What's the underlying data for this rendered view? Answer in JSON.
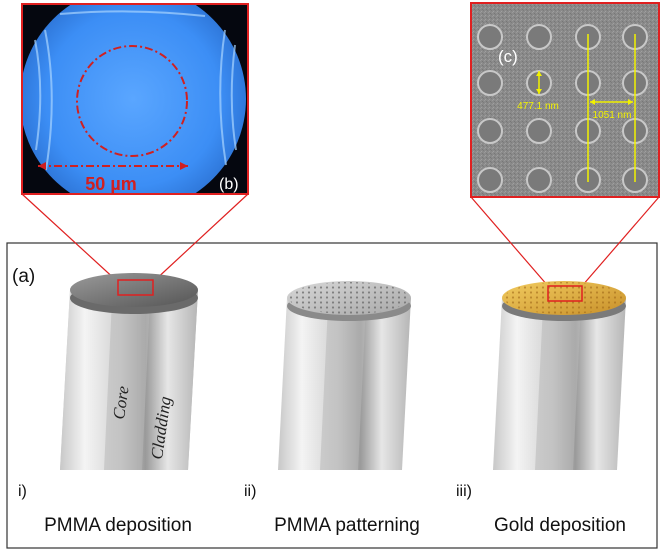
{
  "panel_a": {
    "label": "(a)",
    "fiber_labels": {
      "core": "Core",
      "cladding": "Cladding"
    },
    "steps": [
      {
        "num": "i)",
        "caption": "PMMA deposition"
      },
      {
        "num": "ii)",
        "caption": "PMMA patterning"
      },
      {
        "num": "iii)",
        "caption": "Gold deposition"
      }
    ]
  },
  "panel_b": {
    "label": "(b)",
    "scale_bar": "50 µm"
  },
  "panel_c": {
    "label": "(c)",
    "hole_diameter": "477.1 nm",
    "pitch": "1051 nm"
  },
  "colors": {
    "highlight_red": "#e02020",
    "measure_yellow": "#f2f200",
    "microscope_blue": "#3c8ef5",
    "gold": "#e8b840"
  }
}
